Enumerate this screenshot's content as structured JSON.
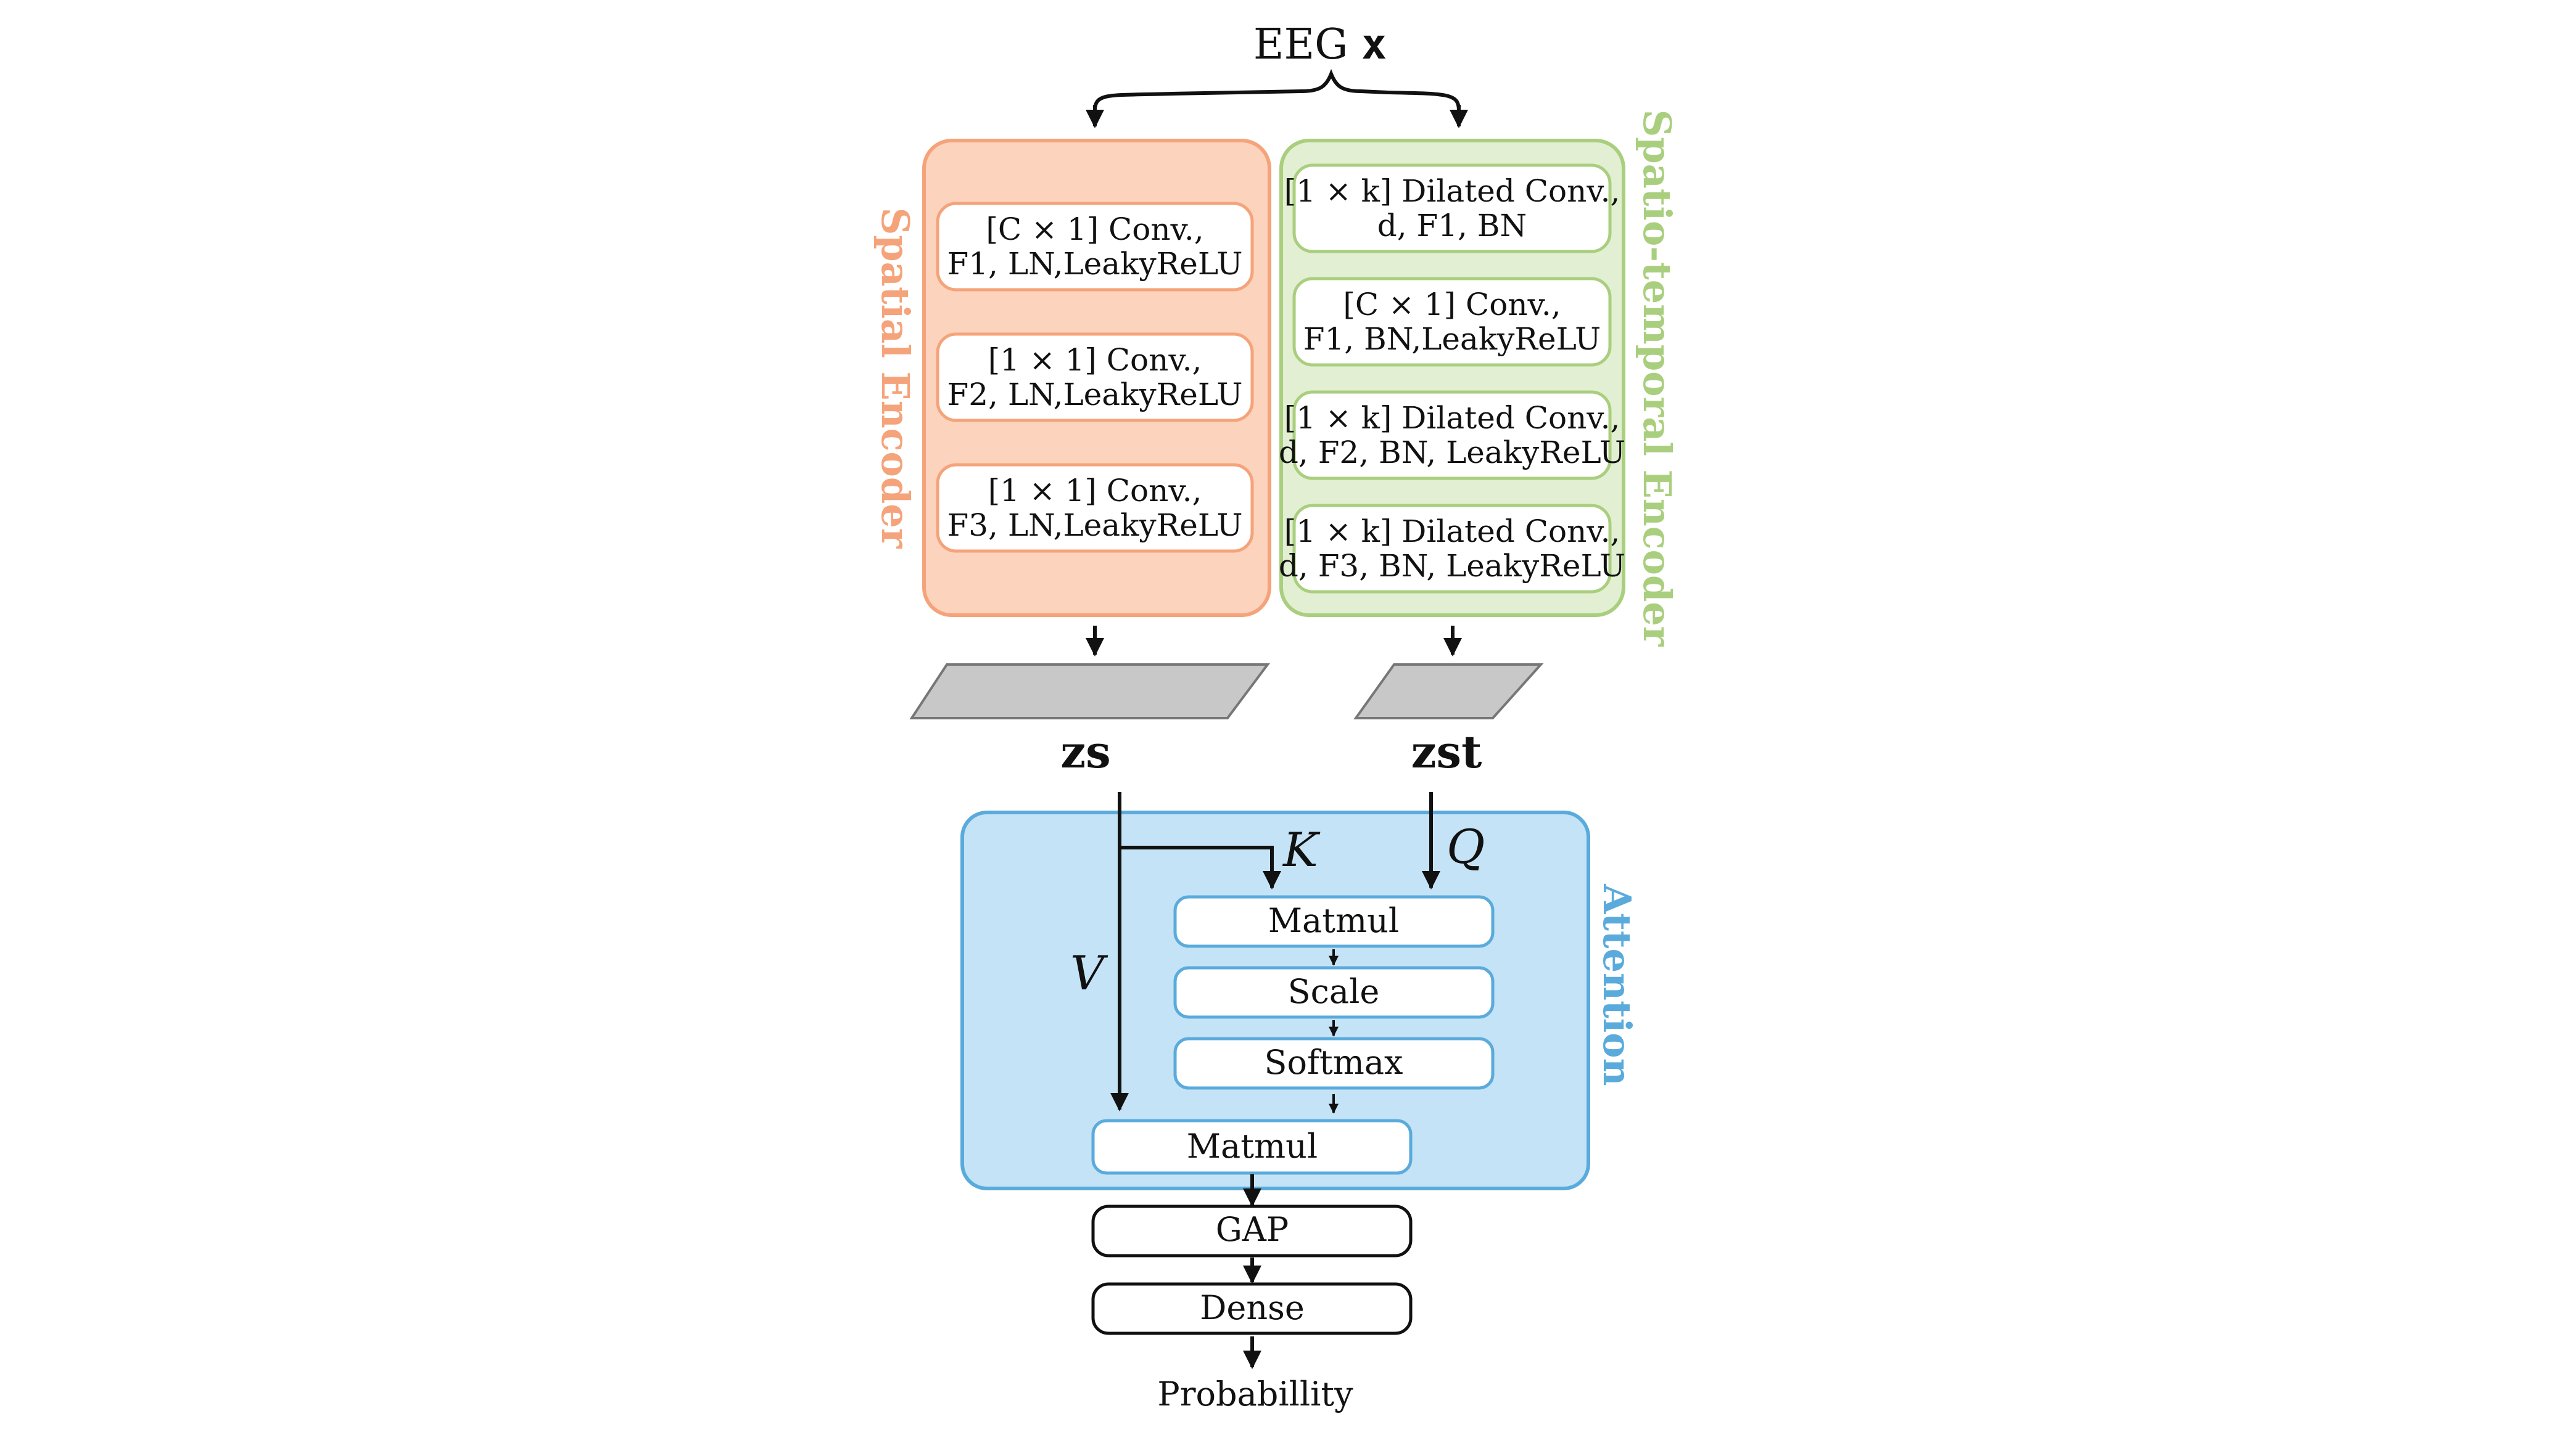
{
  "input": {
    "label": "EEG",
    "var": "x"
  },
  "spatial_encoder": {
    "title": "Spatial Encoder",
    "color": "#f5a37a",
    "fill": "#fcd3bc",
    "blocks": [
      {
        "line1": "[C × 1] Conv.,",
        "line2": "F1, LN,LeakyReLU"
      },
      {
        "line1": "[1 × 1] Conv.,",
        "line2": "F2, LN,LeakyReLU"
      },
      {
        "line1": "[1 × 1] Conv.,",
        "line2": "F3, LN,LeakyReLU"
      }
    ]
  },
  "spatiotemporal_encoder": {
    "title": "Spatio-temporal Encoder",
    "color": "#a9cf7e",
    "fill": "#e2efd2",
    "blocks": [
      {
        "line1": "[1 × k] Dilated Conv.,",
        "line2": "d, F1, BN"
      },
      {
        "line1": "[C × 1] Conv.,",
        "line2": "F1, BN,LeakyReLU"
      },
      {
        "line1": "[1 × k] Dilated Conv.,",
        "line2": "d, F2, BN, LeakyReLU"
      },
      {
        "line1": "[1 × k] Dilated Conv.,",
        "line2": "d, F3, BN, LeakyReLU"
      }
    ]
  },
  "features": {
    "zs": "zs",
    "zst": "zst"
  },
  "attention": {
    "title": "Attention",
    "color": "#5aabdc",
    "fill": "#c5e3f6",
    "k_label": "K",
    "q_label": "Q",
    "v_label": "V",
    "matmul1": "Matmul",
    "scale": "Scale",
    "softmax": "Softmax",
    "matmul2": "Matmul"
  },
  "head": {
    "gap": "GAP",
    "dense": "Dense",
    "output": "Probabillity"
  }
}
